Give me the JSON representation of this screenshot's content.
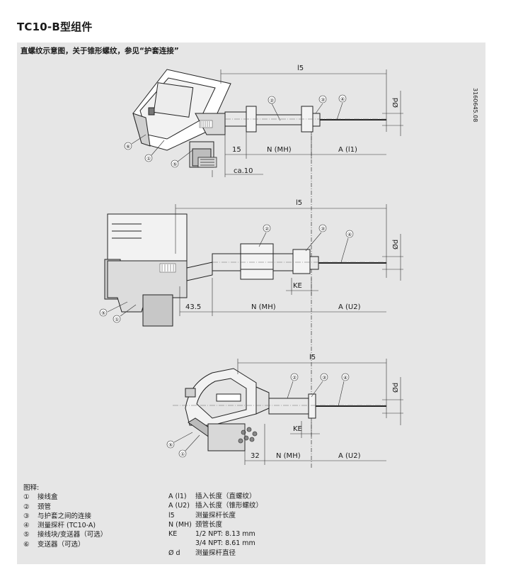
{
  "title": "TC10-B型组件",
  "subtitle": "直螺纹示意图，关于锥形螺纹，参见“护套连接”",
  "doc_code": "3160645.08",
  "views": [
    {
      "dims": {
        "l5": "l5",
        "od": "Ød",
        "collar": "15",
        "n": "N (MH)",
        "a": "A (l1)",
        "ca": "ca.10"
      },
      "callouts": [
        "②",
        "③",
        "④",
        "⑥",
        "①",
        "⑤"
      ]
    },
    {
      "dims": {
        "l5": "l5",
        "od": "Ød",
        "collar": "43.5",
        "n": "N (MH)",
        "a": "A (U2)",
        "ke": "KE"
      },
      "callouts": [
        "②",
        "③",
        "④",
        "⑤",
        "①"
      ]
    },
    {
      "dims": {
        "l5": "l5",
        "od": "Ød",
        "collar": "32",
        "n": "N (MH)",
        "a": "A (U2)",
        "ke": "KE"
      },
      "callouts": [
        "②",
        "③",
        "④",
        "⑤",
        "①"
      ]
    }
  ],
  "legend": {
    "heading": "图释:",
    "items": [
      {
        "key": "①",
        "text": "接线盒"
      },
      {
        "key": "②",
        "text": "颈管"
      },
      {
        "key": "③",
        "text": "与护套之间的连接"
      },
      {
        "key": "④",
        "text": "测量探杆 (TC10-A)"
      },
      {
        "key": "⑤",
        "text": "接线块/变送器（可选）"
      },
      {
        "key": "⑥",
        "text": "变送器（可选）"
      }
    ],
    "definitions": [
      {
        "key": "A (l1)",
        "text": "插入长度（直螺纹）"
      },
      {
        "key": "A (U2)",
        "text": "插入长度（锥形螺纹）"
      },
      {
        "key": "l5",
        "text": "测量探杆长度"
      },
      {
        "key": "N (MH)",
        "text": "颈管长度"
      },
      {
        "key": "KE",
        "text": "1/2 NPT: 8.13 mm"
      },
      {
        "key": "",
        "text": "3/4 NPT: 8.61 mm"
      },
      {
        "key": "Ø d",
        "text": "测量探杆直径"
      }
    ]
  }
}
